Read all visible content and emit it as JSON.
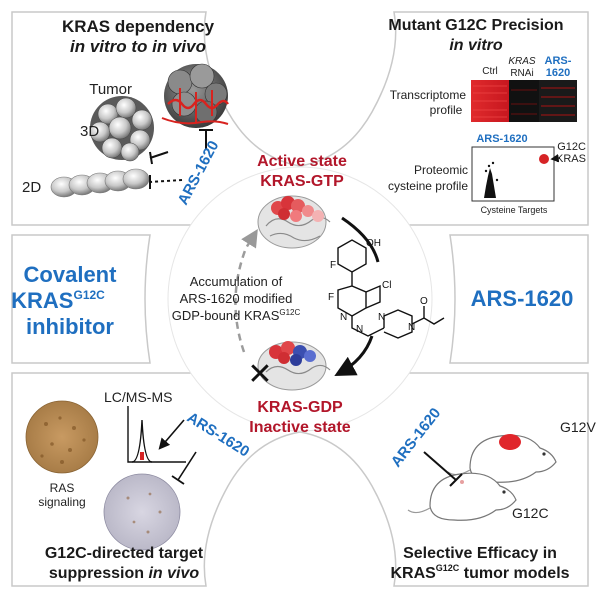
{
  "panels": {
    "top_left": {
      "title_line1": "KRAS dependency",
      "title_line2": "in vitro to in vivo",
      "tumor_label": "Tumor",
      "label_3d": "3D",
      "label_2d": "2D",
      "drug_label": "ARS-1620"
    },
    "top_right": {
      "title_line1": "Mutant G12C Precision",
      "title_line2": "in vitro",
      "col_ctrl": "Ctrl",
      "col_kras": "KRAS",
      "col_rnai": "RNAi",
      "col_ars_line1": "ARS-",
      "col_ars_line2": "1620",
      "transcriptome_line1": "Transcriptome",
      "transcriptome_line2": "profile",
      "scatter_title": "ARS-1620",
      "proteomic_line1": "Proteomic",
      "proteomic_line2": "cysteine profile",
      "g12c_line1": "G12C",
      "g12c_line2": "KRAS",
      "xaxis_label": "Cysteine Targets"
    },
    "left": {
      "line1": "Covalent",
      "line2_main": "KRAS",
      "line2_sup": "G12C",
      "line3": "inhibitor"
    },
    "right": {
      "label": "ARS-1620"
    },
    "center": {
      "active_line1": "Active state",
      "active_line2": "KRAS-GTP",
      "accum_line1": "Accumulation of",
      "accum_line2": "ARS-1620 modified",
      "accum_line3_main": "GDP-bound KRAS",
      "accum_line3_sup": "G12C",
      "inactive_line1": "KRAS-GDP",
      "inactive_line2": "Inactive state",
      "block_mark": "✕",
      "chem_oh": "OH",
      "chem_f": "F",
      "chem_cl": "Cl",
      "chem_n": "N",
      "chem_o": "O"
    },
    "bottom_left": {
      "lcms": "LC/MS-MS",
      "drug_label": "ARS-1620",
      "ras_line1": "RAS",
      "ras_line2": "signaling",
      "title_line1": "G12C-directed target",
      "title_line2_main": "suppression ",
      "title_line2_it": "in vivo"
    },
    "bottom_right": {
      "drug_label": "ARS-1620",
      "g12v": "G12V",
      "g12c": "G12C",
      "title_line1": "Selective Efficacy in",
      "title_line2_main": "KRAS",
      "title_line2_sup": "G12C",
      "title_line2_tail": " tumor models"
    }
  },
  "colors": {
    "accent_blue": "#1f6fc0",
    "accent_red": "#b2162a",
    "panel_border": "#c9c9c9",
    "heatmap_red": "#e0262b"
  }
}
